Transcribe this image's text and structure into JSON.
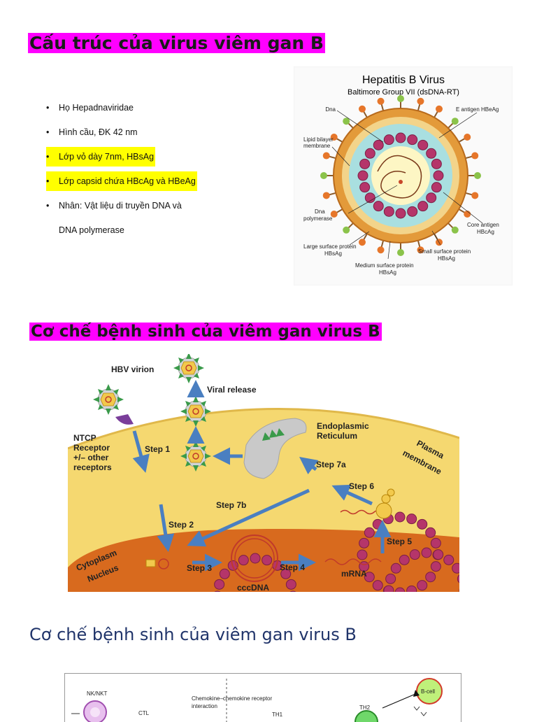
{
  "section1": {
    "title": "Cấu trúc của virus viêm gan B",
    "bullets": [
      {
        "text": "Họ Hepadnaviridae",
        "highlight": false
      },
      {
        "text": "Hình cầu, ĐK 42 nm",
        "highlight": false
      },
      {
        "text": "Lớp vỏ dày 7nm, HBsAg",
        "highlight": true
      },
      {
        "text": "Lớp capsid chứa HBcAg và HBeAg",
        "highlight": true
      },
      {
        "text": "Nhân: Vật liệu di truyền DNA và",
        "highlight": false
      }
    ],
    "bullet_continuation": "DNA polymerase",
    "figure": {
      "title": "Hepatitis B Virus",
      "subtitle": "Baltimore Group VII (dsDNA-RT)",
      "labels": {
        "dna": "Dna",
        "e_antigen": "E antigen HBeAg",
        "lipid_1": "Lipid bilayer",
        "lipid_2": "membrane",
        "dna_pol_1": "Dna",
        "dna_pol_2": "polymerase",
        "core_1": "Core antigen",
        "core_2": "HBcAg",
        "large_1": "Large surface protein",
        "large_2": "HBsAg",
        "small_1": "Small surface protein",
        "small_2": "HBsAg",
        "medium_1": "Medium surface protein",
        "medium_2": "HBsAg"
      }
    }
  },
  "section2": {
    "title": "Cơ chế bệnh sinh của viêm gan virus B",
    "figure": {
      "hbv_virion": "HBV virion",
      "viral_release": "Viral release",
      "ntcp_1": "NTCP",
      "ntcp_2": "Receptor",
      "ntcp_3": "+/– other",
      "ntcp_4": "receptors",
      "step1": "Step 1",
      "step2": "Step 2",
      "step3": "Step 3",
      "step4": "Step 4",
      "step5": "Step 5",
      "step6": "Step 6",
      "step7a": "Step 7a",
      "step7b": "Step 7b",
      "er_1": "Endoplasmic",
      "er_2": "Reticulum",
      "plasma_1": "Plasma",
      "plasma_2": "membrane",
      "cytoplasm": "Cytoplasm",
      "nucleus": "Nucleus",
      "cccdna": "cccDNA",
      "mrna": "mRNA"
    }
  },
  "section3": {
    "title": "Cơ chế bệnh sinh của viêm gan virus B",
    "figure": {
      "nk": "NK/NKT",
      "ctl": "CTL",
      "chemokine_1": "Chemokine–chemokine receptor",
      "chemokine_2": "interaction",
      "th1": "TH1",
      "th2": "TH2",
      "bcell": "B-cell"
    }
  },
  "colors": {
    "title_highlight": "#ff00ff",
    "bullet_highlight": "#ffff00",
    "heading3_color": "#20346a",
    "cytoplasm_fill": "#f5d870",
    "nucleus_fill": "#d86a1e",
    "arrow_blue": "#4a7fc1"
  }
}
